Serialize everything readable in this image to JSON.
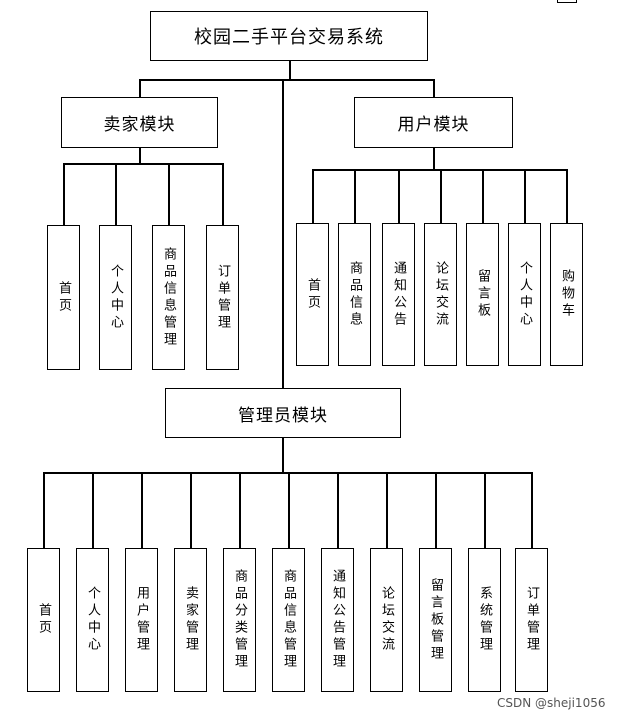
{
  "root": {
    "title": "校园二手平台交易系统"
  },
  "seller": {
    "title": "卖家模块",
    "items": [
      "首页",
      "个人中心",
      "商品信息管理",
      "订单管理"
    ]
  },
  "user": {
    "title": "用户模块",
    "items": [
      "首页",
      "商品信息",
      "通知公告",
      "论坛交流",
      "留言板",
      "个人中心",
      "购物车"
    ]
  },
  "admin": {
    "title": "管理员模块",
    "items": [
      "首页",
      "个人中心",
      "用户管理",
      "卖家管理",
      "商品分类管理",
      "商品信息管理",
      "通知公告管理",
      "论坛交流",
      "留言板管理",
      "系统管理",
      "订单管理"
    ]
  },
  "watermark": "CSDN @sheji1056"
}
